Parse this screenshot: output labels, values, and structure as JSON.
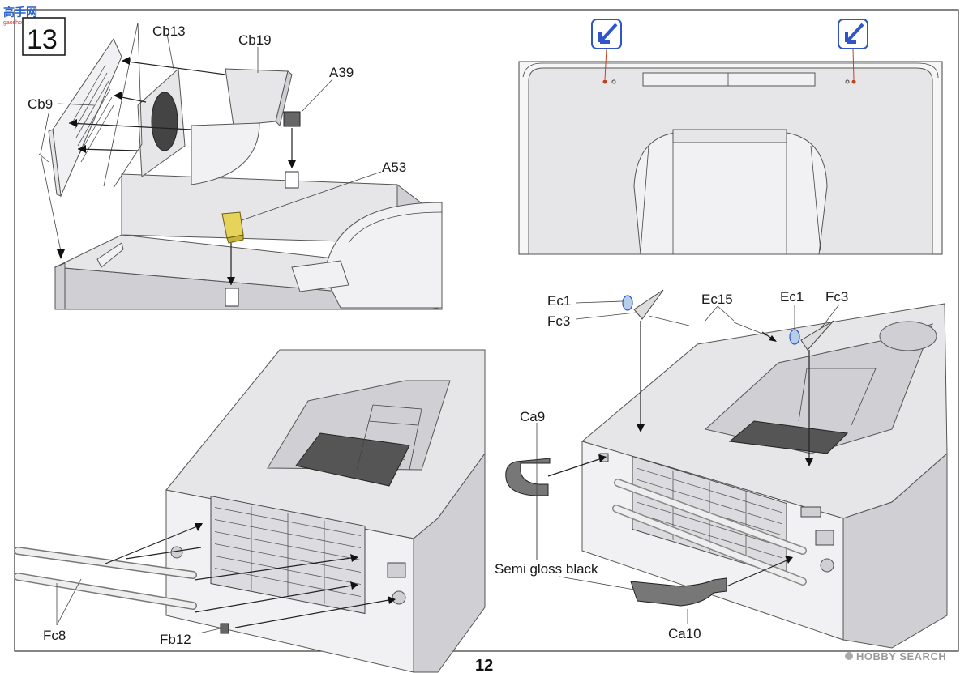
{
  "step": {
    "number": "13"
  },
  "page": {
    "number": "12"
  },
  "watermark_top": {
    "logo": "高手网",
    "url": "gaoshou.com"
  },
  "watermark_bottom": {
    "text": "HOBBY SEARCH"
  },
  "labels": {
    "cb13": "Cb13",
    "cb19": "Cb19",
    "a39": "A39",
    "cb9": "Cb9",
    "a53": "A53",
    "ec1_left": "Ec1",
    "fc3_left": "Fc3",
    "ec15": "Ec15",
    "ec1_right": "Ec1",
    "fc3_right": "Fc3",
    "ca9": "Ca9",
    "semi_gloss_black": "Semi gloss black",
    "ca10": "Ca10",
    "fc8": "Fc8",
    "fb12": "Fb12"
  },
  "colors": {
    "highlight_part": "#e6d45a",
    "hull": "#e6e6e9",
    "icon_blue": "#2f55c8"
  },
  "icons": [
    "rotate-arrow-icon",
    "rotate-arrow-icon"
  ]
}
